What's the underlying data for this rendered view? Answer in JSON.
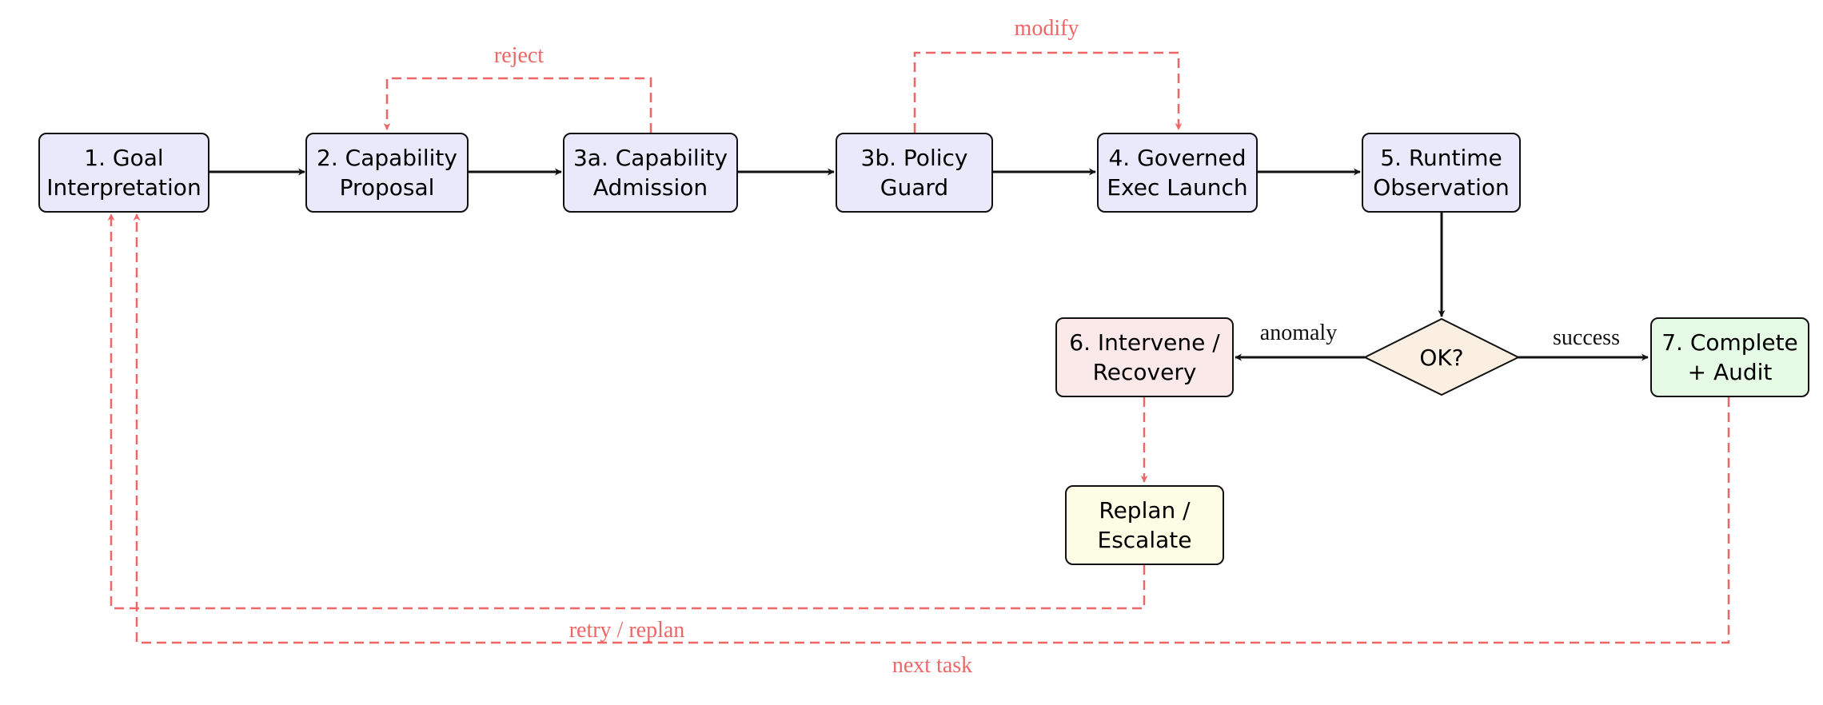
{
  "colors": {
    "process_fill": "#e9e9fb",
    "recovery_fill": "#fbe9e9",
    "replan_fill": "#fdfde6",
    "decision_fill": "#fbefe2",
    "complete_fill": "#e6fbe6",
    "stroke": "#111111",
    "feedback": "#ee6666"
  },
  "nodes": {
    "goal": "1. Goal\nInterpretation",
    "proposal": "2. Capability\nProposal",
    "admission": "3a. Capability\nAdmission",
    "policy": "3b. Policy\nGuard",
    "governed": "4. Governed\nExec Launch",
    "runtime": "5. Runtime\nObservation",
    "intervene": "6. Intervene /\nRecovery",
    "replan": "Replan /\nEscalate",
    "decision": "OK?",
    "complete": "7. Complete\n+ Audit"
  },
  "edge_labels": {
    "reject": "reject",
    "modify": "modify",
    "anomaly": "anomaly",
    "success": "success",
    "retry": "retry / replan",
    "next_task": "next task"
  }
}
